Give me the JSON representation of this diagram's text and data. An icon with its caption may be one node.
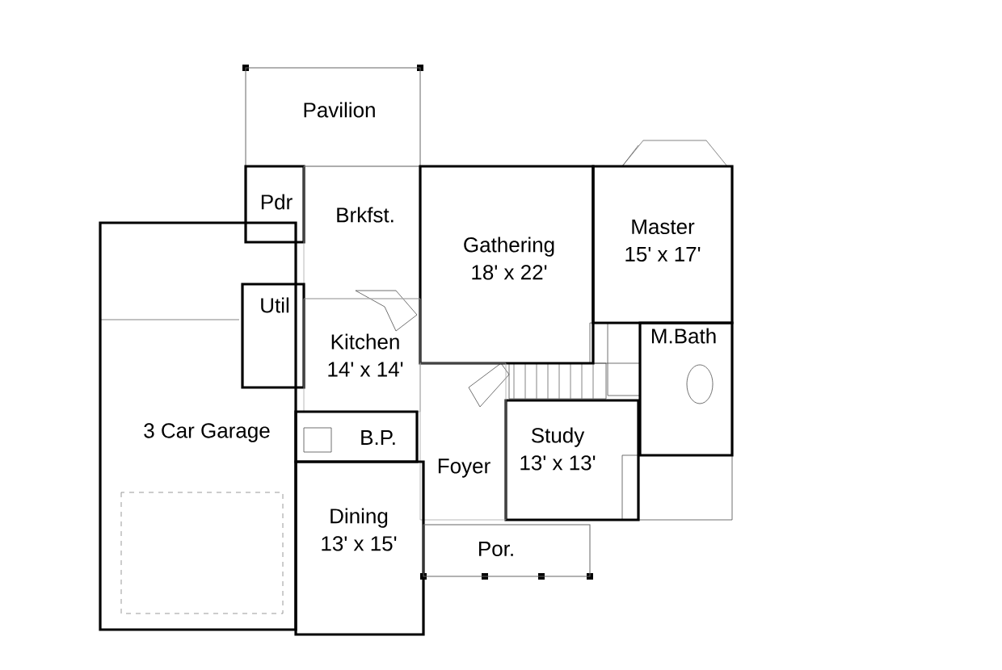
{
  "diagram": {
    "nodes": [
      {
        "text": [
          "Pavilion"
        ]
      },
      {
        "text": [
          "Pdr"
        ]
      },
      {
        "text": [
          "Brkfst."
        ]
      },
      {
        "text": [
          "Gathering",
          "18' x 22'"
        ]
      },
      {
        "text": [
          "Master",
          "15' x 17'"
        ]
      },
      {
        "text": [
          "Util"
        ]
      },
      {
        "text": [
          "Kitchen",
          "14' x 14'"
        ]
      },
      {
        "text": [
          "M.Bath"
        ]
      },
      {
        "text": [
          "3 Car Garage"
        ]
      },
      {
        "text": [
          "B.P."
        ]
      },
      {
        "text": [
          "Study",
          "13' x 13'"
        ]
      },
      {
        "text": [
          "Foyer"
        ]
      },
      {
        "text": [
          "Dining",
          "13' x 15'"
        ]
      },
      {
        "text": [
          "Por."
        ]
      }
    ]
  }
}
